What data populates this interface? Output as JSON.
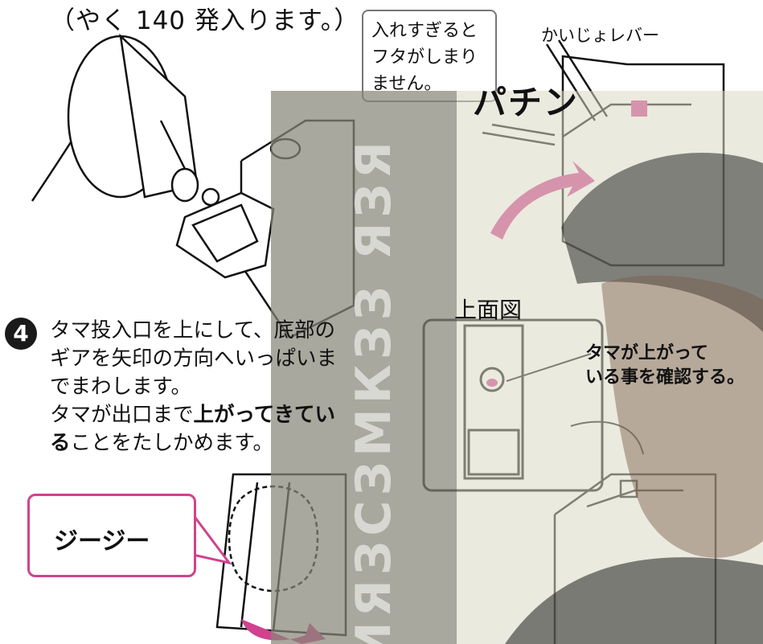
{
  "top_caption": "（やく 140 発入ります。）",
  "callout": {
    "lines": [
      "入れすぎると",
      "フタがしまり",
      "ません。"
    ]
  },
  "lever_label": "かいじょレバー",
  "pachin": "パチン",
  "step": {
    "number": "4",
    "line1": "タマ投入口を上にして、底部の",
    "line2": "ギアを矢印の方向へいっぱいま",
    "line3": "でまわします。",
    "line4_plain": "タマが出口まで",
    "line4_bold": "上がってきてい",
    "line5_bold": "る",
    "line5_plain": "ことをたしかめます。"
  },
  "jiji": "ジージー",
  "top_view_label": "上面図",
  "tama_note": [
    "タマが上がって",
    "いる事を確認する。"
  ],
  "overlay_vertical_text": "ИЯЗСЗМКЗЗ ЯЗЯ",
  "colors": {
    "accent_pink": "#d0428e",
    "overlay_dark": "#888678",
    "overlay_light": "#dbd8c4"
  }
}
